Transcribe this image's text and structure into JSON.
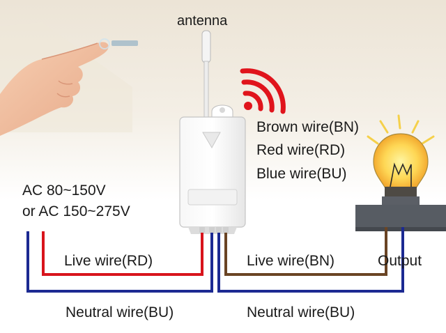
{
  "labels": {
    "antenna": "antenna",
    "brown_wire": "Brown wire(BN)",
    "red_wire": "Red wire(RD)",
    "blue_wire": "Blue wire(BU)",
    "ac_line1": "AC 80~150V",
    "ac_line2": "or AC 150~275V",
    "live_rd": "Live wire(RD)",
    "live_bn": "Live wire(BN)",
    "output": "Output",
    "neutral_left": "Neutral wire(BU)",
    "neutral_right": "Neutral wire(BU)"
  },
  "colors": {
    "red_wire": "#d8141c",
    "blue_wire": "#1c2a92",
    "brown_wire": "#6a4424",
    "signal": "#e0141c",
    "lamp_base": "#555a61"
  },
  "icons": {
    "hand": "pointing-hand-icon",
    "signal": "wireless-signal-icon",
    "module": "switch-module-icon",
    "bulb": "light-bulb-icon"
  }
}
